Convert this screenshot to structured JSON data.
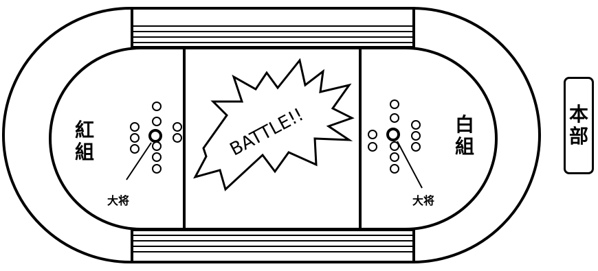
{
  "teams": {
    "red": {
      "label": "紅組",
      "captain_label": "大将"
    },
    "white": {
      "label": "白組",
      "captain_label": "大将"
    }
  },
  "battle_text": "BATTLE!!",
  "headquarters": {
    "label": "本部"
  },
  "colors": {
    "stroke": "#000000",
    "fill": "#ffffff"
  }
}
